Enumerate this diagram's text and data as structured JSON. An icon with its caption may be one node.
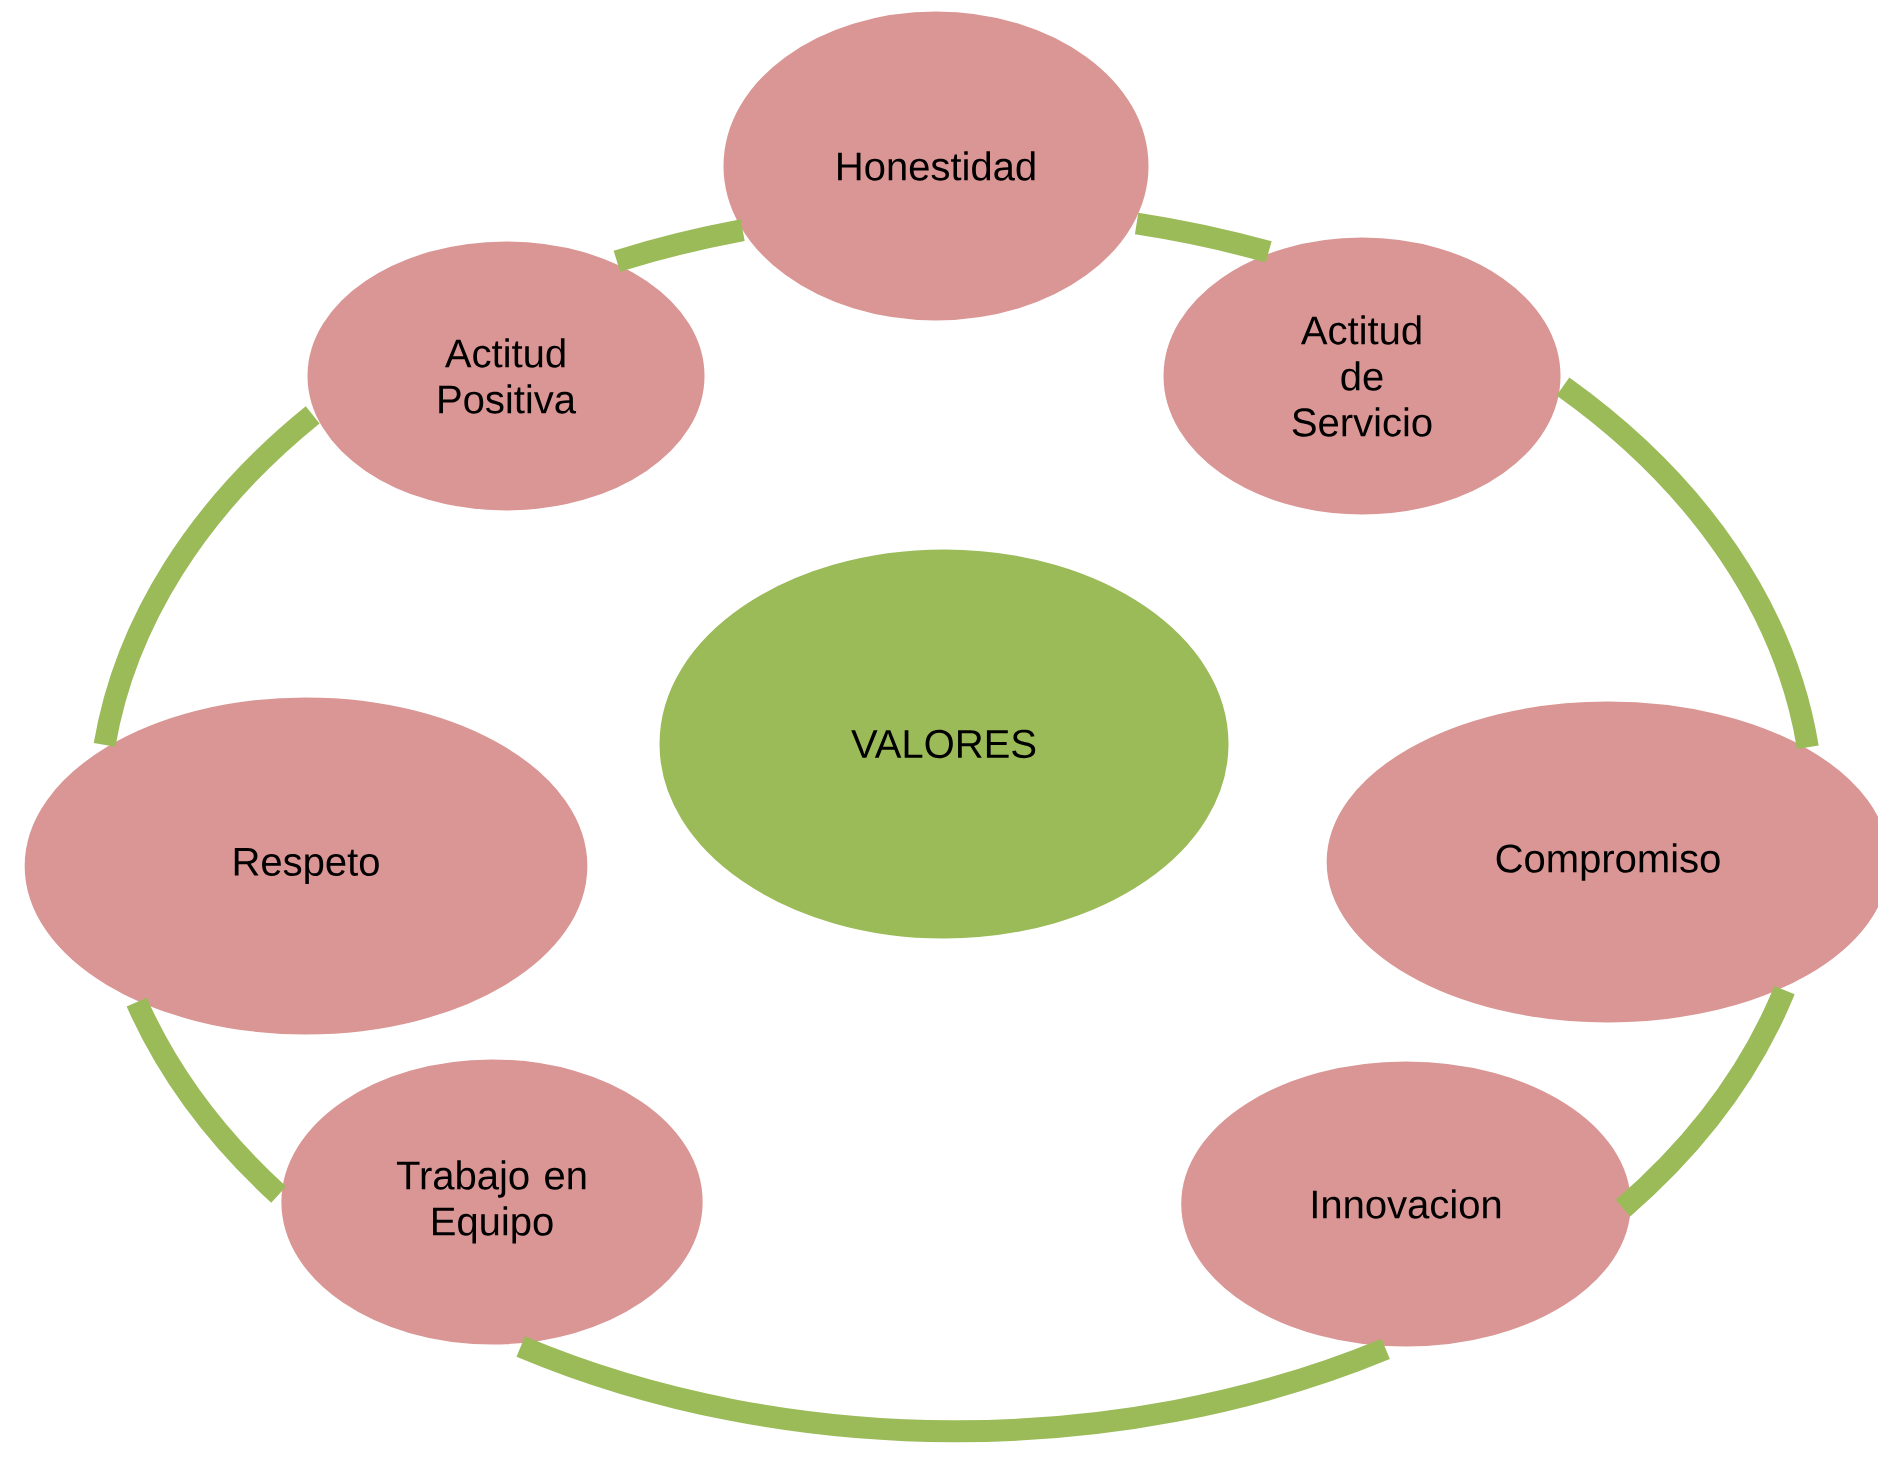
{
  "diagram": {
    "nodes": [
      {
        "text": [
          "Honestidad"
        ]
      },
      {
        "text": [
          "Actitud de Servicio"
        ]
      },
      {
        "text": [
          "Compromiso"
        ]
      },
      {
        "text": [
          "Innovacion"
        ]
      },
      {
        "text": [
          "Trabajo en Equipo"
        ]
      },
      {
        "text": [
          "Respeto"
        ]
      },
      {
        "text": [
          "Actitud Positiva"
        ]
      },
      {
        "text": [
          "VALORES"
        ]
      }
    ],
    "edges": [
      {
        "from": 0,
        "to": 1,
        "arrow": "none"
      },
      {
        "from": 1,
        "to": 2,
        "arrow": "none"
      },
      {
        "from": 2,
        "to": 3,
        "arrow": "none"
      },
      {
        "from": 3,
        "to": 4,
        "arrow": "none"
      },
      {
        "from": 4,
        "to": 5,
        "arrow": "none"
      },
      {
        "from": 5,
        "to": 6,
        "arrow": "none"
      },
      {
        "from": 6,
        "to": 0,
        "arrow": "none"
      }
    ]
  }
}
